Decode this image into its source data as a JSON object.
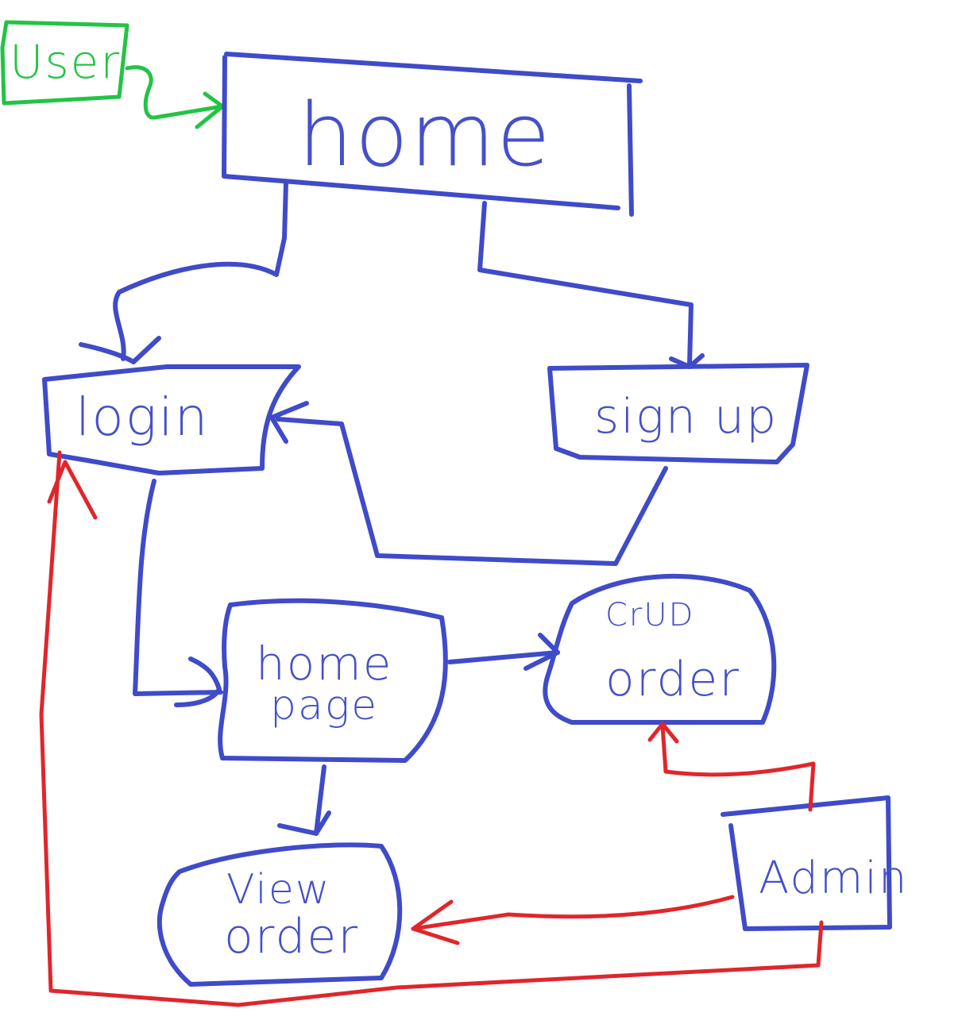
{
  "nodes": {
    "user": {
      "label": "User"
    },
    "home": {
      "label": "home"
    },
    "login": {
      "label": "login"
    },
    "signup": {
      "label": "sign up"
    },
    "homepage": {
      "line1": "home",
      "line2": "page"
    },
    "crud_order": {
      "line1": "CrUD",
      "line2": "order"
    },
    "view_order": {
      "line1": "View",
      "line2": "order"
    },
    "admin": {
      "label": "Admin"
    }
  },
  "colors": {
    "primary_ink": "#3f4bc9",
    "user_ink": "#22c444",
    "admin_ink": "#e0262b",
    "background": "#ffffff"
  }
}
